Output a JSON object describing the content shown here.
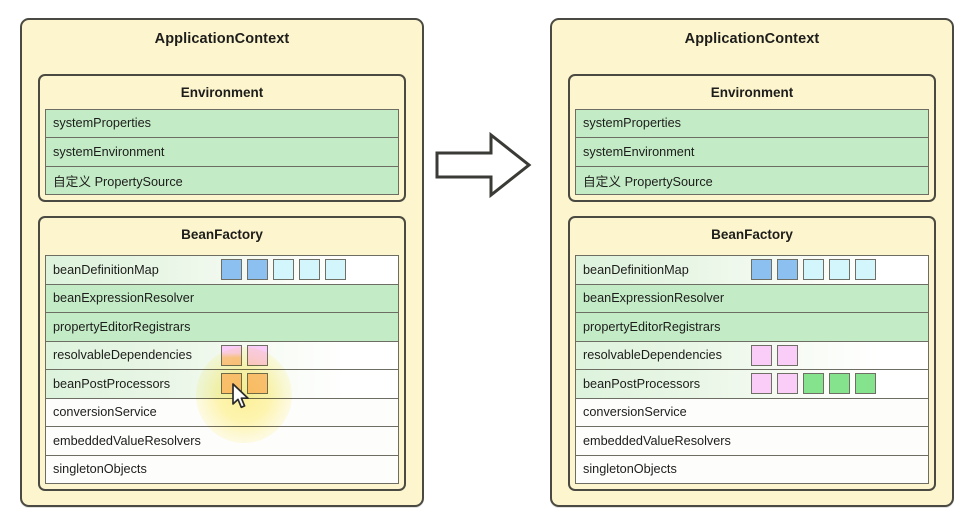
{
  "diagram": {
    "title_left": "ApplicationContext",
    "title_right": "ApplicationContext",
    "arrow_icon": "arrow-right-icon",
    "cursor_icon": "mouse-pointer-icon",
    "highlight_icon": "glow-highlight",
    "colors": {
      "panel_bg": "#fdf5cd",
      "panel_border": "#4a4a42",
      "row_green": "#c3ecc6",
      "row_white": "#fdfdfb",
      "chip_blue": "#8cc0f0",
      "chip_lightblue": "#d2f6fb",
      "chip_pink": "#f9cdf8",
      "chip_green": "#85e38d",
      "chip_orange": "#f8c69b",
      "glow": "#ffee78"
    }
  },
  "left": {
    "title": "ApplicationContext",
    "environment": {
      "title": "Environment",
      "rows": [
        {
          "label": "systemProperties",
          "style": "green",
          "chips": []
        },
        {
          "label": "systemEnvironment",
          "style": "green",
          "chips": []
        },
        {
          "label": "自定义 PropertySource",
          "style": "green",
          "chips": []
        }
      ]
    },
    "beanfactory": {
      "title": "BeanFactory",
      "rows": [
        {
          "label": "beanDefinitionMap",
          "style": "fade",
          "chips": [
            "blue",
            "blue",
            "lightblue",
            "lightblue",
            "lightblue"
          ]
        },
        {
          "label": "beanExpressionResolver",
          "style": "green",
          "chips": []
        },
        {
          "label": "propertyEditorRegistrars",
          "style": "green",
          "chips": []
        },
        {
          "label": "resolvableDependencies",
          "style": "fade",
          "chips": [
            "split",
            "pink"
          ]
        },
        {
          "label": "beanPostProcessors",
          "style": "fade",
          "chips": [
            "orange",
            "orange"
          ]
        },
        {
          "label": "conversionService",
          "style": "white",
          "chips": []
        },
        {
          "label": "embeddedValueResolvers",
          "style": "white",
          "chips": []
        },
        {
          "label": "singletonObjects",
          "style": "white",
          "chips": []
        }
      ]
    }
  },
  "right": {
    "title": "ApplicationContext",
    "environment": {
      "title": "Environment",
      "rows": [
        {
          "label": "systemProperties",
          "style": "green",
          "chips": []
        },
        {
          "label": "systemEnvironment",
          "style": "green",
          "chips": []
        },
        {
          "label": "自定义 PropertySource",
          "style": "green",
          "chips": []
        }
      ]
    },
    "beanfactory": {
      "title": "BeanFactory",
      "rows": [
        {
          "label": "beanDefinitionMap",
          "style": "fade",
          "chips": [
            "blue",
            "blue",
            "lightblue",
            "lightblue",
            "lightblue"
          ]
        },
        {
          "label": "beanExpressionResolver",
          "style": "green",
          "chips": []
        },
        {
          "label": "propertyEditorRegistrars",
          "style": "green",
          "chips": []
        },
        {
          "label": "resolvableDependencies",
          "style": "fade",
          "chips": [
            "pink",
            "pink"
          ]
        },
        {
          "label": "beanPostProcessors",
          "style": "fade",
          "chips": [
            "pink",
            "pink",
            "green",
            "green",
            "green"
          ]
        },
        {
          "label": "conversionService",
          "style": "white",
          "chips": []
        },
        {
          "label": "embeddedValueResolvers",
          "style": "white",
          "chips": []
        },
        {
          "label": "singletonObjects",
          "style": "white",
          "chips": []
        }
      ]
    }
  }
}
